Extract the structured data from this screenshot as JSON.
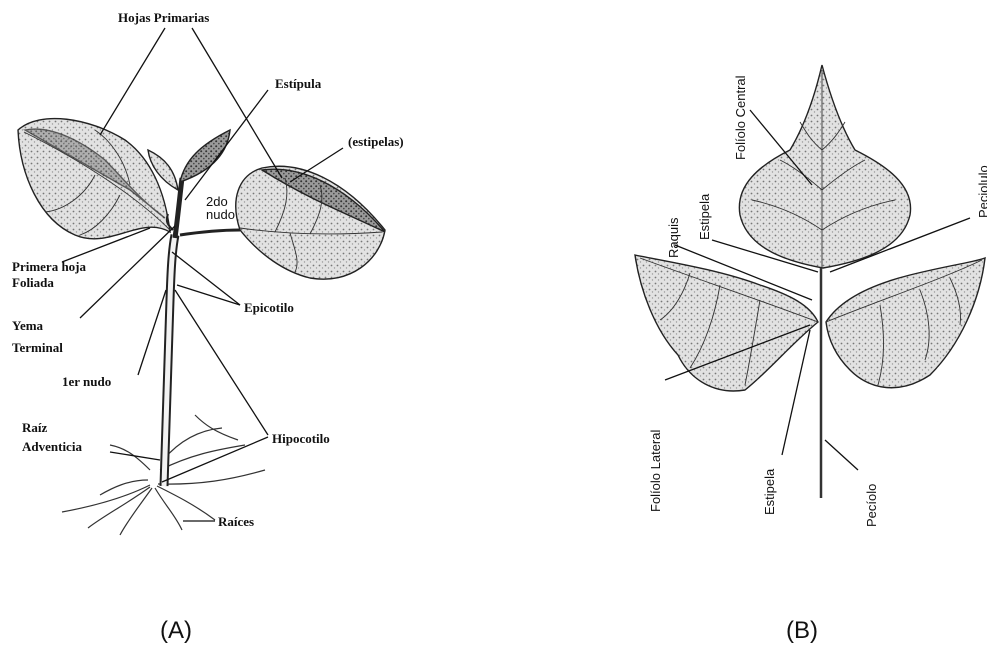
{
  "panel_a": {
    "caption": "(A)",
    "labels": {
      "hojas_primarias": "Hojas Primarias",
      "estipula": "Estípula",
      "estipelas": "(estipelas)",
      "segundo_nudo_line1": "2do",
      "segundo_nudo_line2": "nudo",
      "primera_hoja_line1": "Primera hoja",
      "primera_hoja_line2": "Foliada",
      "yema_line1": "Yema",
      "yema_line2": "Terminal",
      "epicotilo": "Epicotilo",
      "primer_nudo": "1er nudo",
      "raiz_line1": "Raíz",
      "raiz_line2": "Adventicia",
      "hipocotilo": "Hipocotilo",
      "raices": "Raíces"
    }
  },
  "panel_b": {
    "caption": "(B)",
    "labels": {
      "foliolo_central": "Folíolo Central",
      "raquis": "Raquis",
      "estipela_top": "Estipela",
      "peciolulo": "Peciolulo",
      "foliolo_lateral": "Folíolo  Lateral",
      "estipela_bottom": "Estipela",
      "peciolo": "Pecíolo"
    }
  },
  "colors": {
    "ink": "#111111",
    "leaf_fill": "#cfcfcf",
    "leaf_dark": "#6a6a6a",
    "background": "#ffffff"
  }
}
